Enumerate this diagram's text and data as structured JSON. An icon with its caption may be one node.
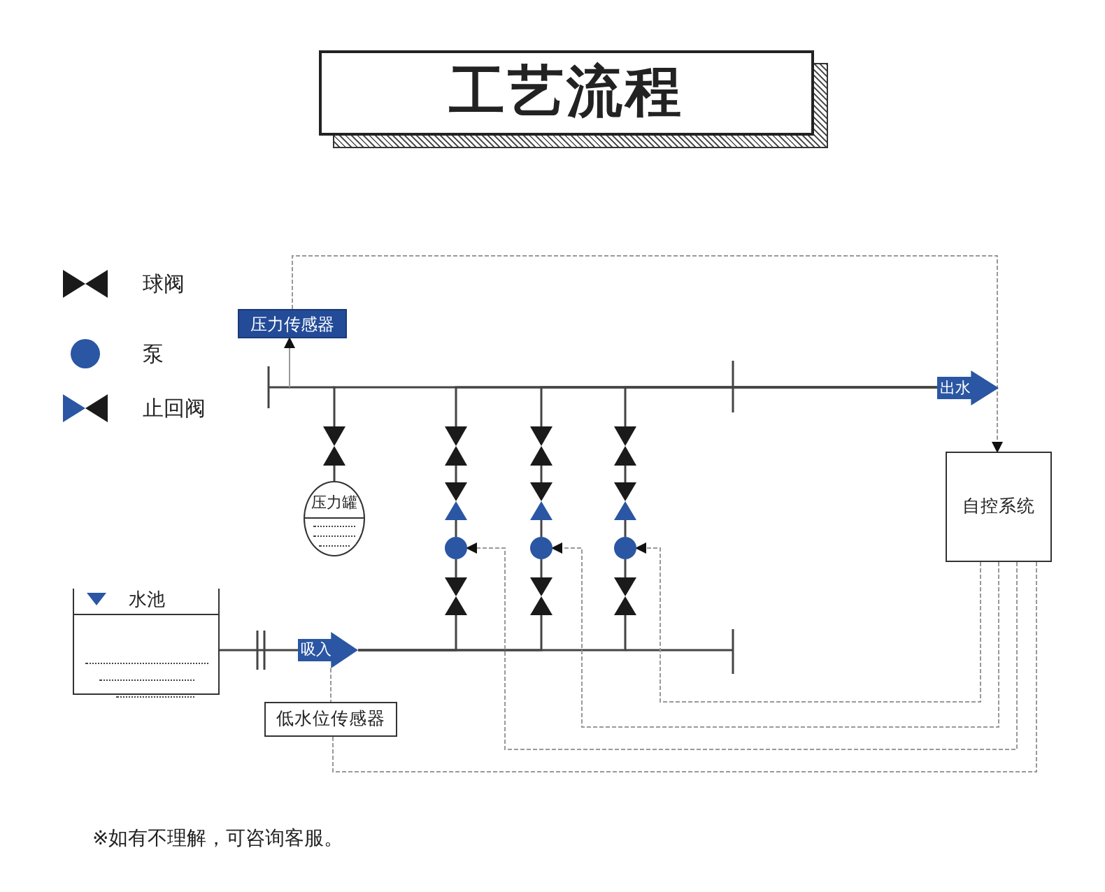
{
  "diagram": {
    "title": "工艺流程",
    "nodes": [
      {
        "text": [
          "压力传感器"
        ]
      },
      {
        "text": [
          "出水"
        ]
      },
      {
        "text": [
          "自控系统"
        ]
      },
      {
        "text": [
          "压力罐"
        ]
      },
      {
        "text": [
          "水池"
        ]
      },
      {
        "text": [
          "吸入"
        ]
      },
      {
        "text": [
          "低水位传感器"
        ]
      },
      {
        "text": [],
        "shape": "circle"
      },
      {
        "text": [],
        "shape": "circle"
      },
      {
        "text": [],
        "shape": "circle"
      },
      {
        "text": [],
        "shape": "valve"
      },
      {
        "text": [],
        "shape": "valve"
      },
      {
        "text": [],
        "shape": "check"
      },
      {
        "text": [],
        "shape": "valve"
      },
      {
        "text": [],
        "shape": "valve"
      },
      {
        "text": [],
        "shape": "check"
      },
      {
        "text": [],
        "shape": "valve"
      },
      {
        "text": [],
        "shape": "valve"
      },
      {
        "text": [],
        "shape": "check"
      },
      {
        "text": [],
        "shape": "valve"
      }
    ],
    "edges": [
      {
        "from": 4,
        "to": 5,
        "arrow": "none"
      },
      {
        "from": 5,
        "to": 13,
        "arrow": "none"
      },
      {
        "from": 5,
        "to": 16,
        "arrow": "none"
      },
      {
        "from": 5,
        "to": 19,
        "arrow": "none"
      },
      {
        "from": 13,
        "to": 7,
        "arrow": "none"
      },
      {
        "from": 16,
        "to": 8,
        "arrow": "none"
      },
      {
        "from": 19,
        "to": 9,
        "arrow": "none"
      },
      {
        "from": 7,
        "to": 12,
        "arrow": "none"
      },
      {
        "from": 8,
        "to": 15,
        "arrow": "none"
      },
      {
        "from": 9,
        "to": 18,
        "arrow": "none"
      },
      {
        "from": 12,
        "to": 11,
        "arrow": "none"
      },
      {
        "from": 15,
        "to": 14,
        "arrow": "none"
      },
      {
        "from": 18,
        "to": 17,
        "arrow": "none"
      },
      {
        "from": 11,
        "to": 1,
        "arrow": "none"
      },
      {
        "from": 14,
        "to": 1,
        "arrow": "none"
      },
      {
        "from": 17,
        "to": 1,
        "arrow": "none"
      },
      {
        "from": 3,
        "to": 10,
        "arrow": "none"
      },
      {
        "from": 10,
        "to": 1,
        "arrow": "none"
      },
      {
        "from": null,
        "to": 0,
        "arrow": "to",
        "color": "#999999"
      },
      {
        "from": 0,
        "to": 2,
        "arrow": "to",
        "style": "dashed",
        "color": "#999999"
      },
      {
        "from": 2,
        "to": 7,
        "arrow": "to",
        "style": "dashed",
        "color": "#999999"
      },
      {
        "from": 2,
        "to": 8,
        "arrow": "to",
        "style": "dashed",
        "color": "#999999"
      },
      {
        "from": 2,
        "to": 9,
        "arrow": "to",
        "style": "dashed",
        "color": "#999999"
      },
      {
        "from": 5,
        "to": 6,
        "arrow": "none",
        "style": "dashed",
        "color": "#999999"
      },
      {
        "from": 6,
        "to": 2,
        "arrow": "none",
        "style": "dashed",
        "color": "#999999"
      }
    ],
    "labels": [
      "※如有不理解，可咨询客服。"
    ],
    "legend": [
      {
        "text": "球阀"
      },
      {
        "text": "泵",
        "color": "#2a56a3"
      },
      {
        "text": "止回阀"
      }
    ]
  }
}
